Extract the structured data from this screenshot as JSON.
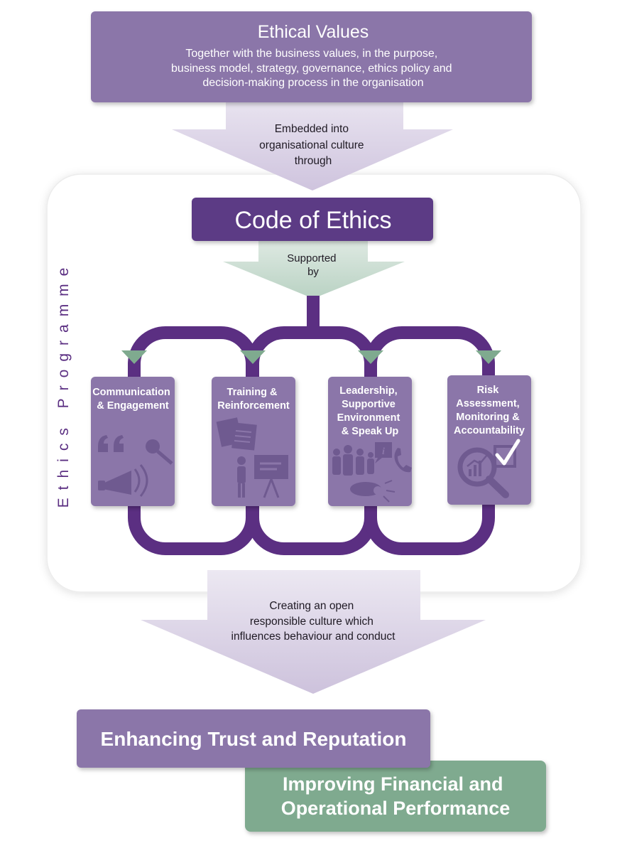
{
  "ethical_values": {
    "title": "Ethical Values",
    "lines": [
      "Together with the business values, in the purpose,",
      "business model, strategy, governance, ethics policy and",
      "decision-making process in the organisation"
    ]
  },
  "arrow_embedded": {
    "lines": [
      "Embedded into",
      "organisational culture",
      "through"
    ]
  },
  "programme_label": "Ethics Programme",
  "code_of_ethics": "Code of Ethics",
  "arrow_supported": {
    "lines": [
      "Supported",
      "by"
    ]
  },
  "pillars": [
    {
      "lines": [
        "Communication",
        "& Engagement"
      ],
      "icon": "megaphone-quote-microphone-icon"
    },
    {
      "lines": [
        "Training &",
        "Reinforcement"
      ],
      "icon": "documents-presenter-icon"
    },
    {
      "lines": [
        "Leadership,",
        "Supportive",
        "Environment",
        "& Speak Up"
      ],
      "icon": "people-info-phone-whistle-icon"
    },
    {
      "lines": [
        "Risk",
        "Assessment,",
        "Monitoring &",
        "Accountability"
      ],
      "icon": "magnifier-chart-checkbox-icon"
    }
  ],
  "arrow_creating": {
    "lines": [
      "Creating an open",
      "responsible culture which",
      "influences behaviour and conduct"
    ]
  },
  "outcomes": {
    "trust": "Enhancing Trust and Reputation",
    "performance": [
      "Improving Financial and",
      "Operational Performance"
    ]
  },
  "colors": {
    "purple_box": "#8b76a9",
    "dark_purple": "#5c3a85",
    "loop_purple": "#5b2f82",
    "green_arrow": "#c6dcd0",
    "green_box": "#7faa8f",
    "lavender_arrow": "#dcd4e7"
  }
}
